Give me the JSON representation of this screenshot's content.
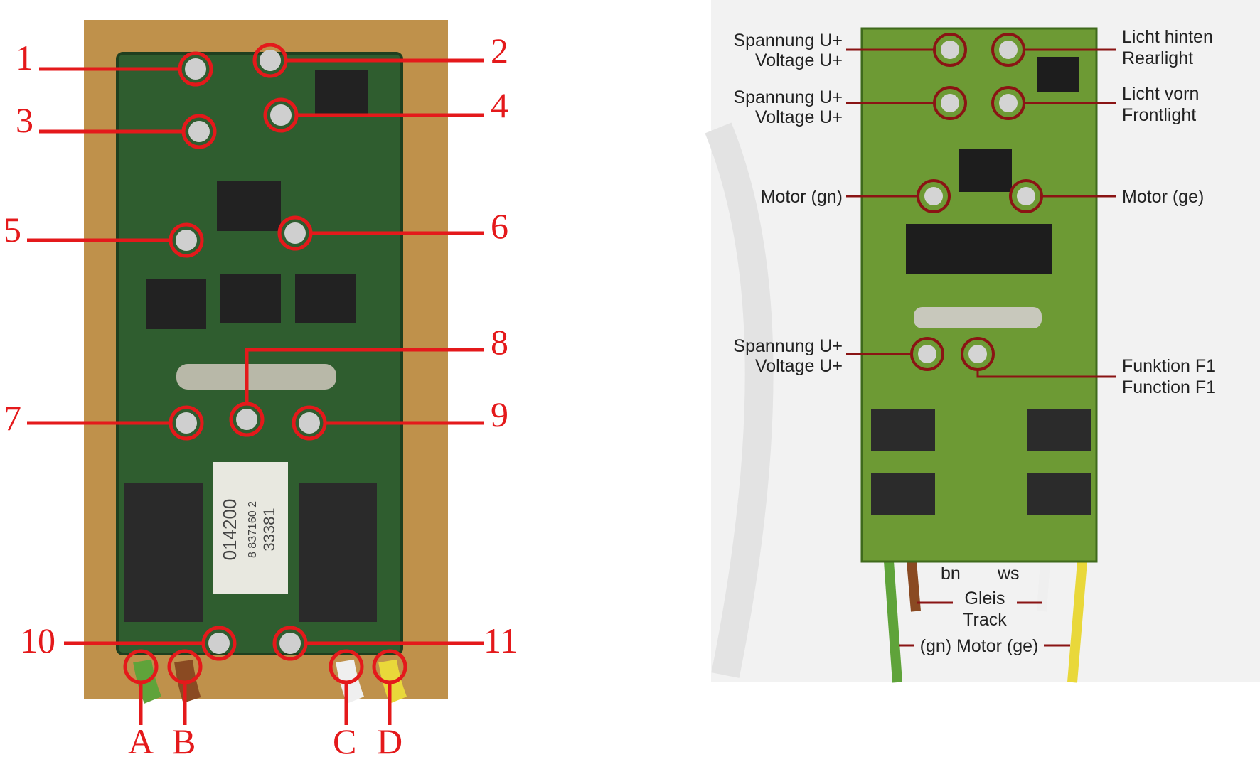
{
  "colors": {
    "annotation_red": "#e4191b",
    "leader_dark_red": "#8a1414",
    "board_left_green": "#2f5d2f",
    "board_right_green": "#6d9a34",
    "wood_background": "#c79a55",
    "wire_green": "#5fa33a",
    "wire_brown": "#8a4a22",
    "wire_white": "#efefef",
    "wire_yellow": "#e9d83a"
  },
  "left_photo": {
    "numbered_pads": [
      "1",
      "2",
      "3",
      "4",
      "5",
      "6",
      "7",
      "8",
      "9",
      "10",
      "11"
    ],
    "wire_labels": [
      "A",
      "B",
      "C",
      "D"
    ],
    "board_markings": [
      "014200",
      "8 837160 2",
      "33381"
    ]
  },
  "right_photo": {
    "callouts": [
      {
        "line1": "Spannung U+",
        "line2": "Voltage U+"
      },
      {
        "line1": "Licht hinten",
        "line2": "Rearlight"
      },
      {
        "line1": "Spannung U+",
        "line2": "Voltage U+"
      },
      {
        "line1": "Licht vorn",
        "line2": "Frontlight"
      },
      {
        "line1": "Motor (gn)",
        "line2": ""
      },
      {
        "line1": "Motor (ge)",
        "line2": ""
      },
      {
        "line1": "Spannung U+",
        "line2": "Voltage U+"
      },
      {
        "line1": "Funktion F1",
        "line2": "Function F1"
      }
    ],
    "wire_tags": [
      "bn",
      "ws"
    ],
    "track_label": {
      "line1": "Gleis",
      "line2": "Track"
    },
    "motor_label": "(gn) Motor (ge)"
  }
}
